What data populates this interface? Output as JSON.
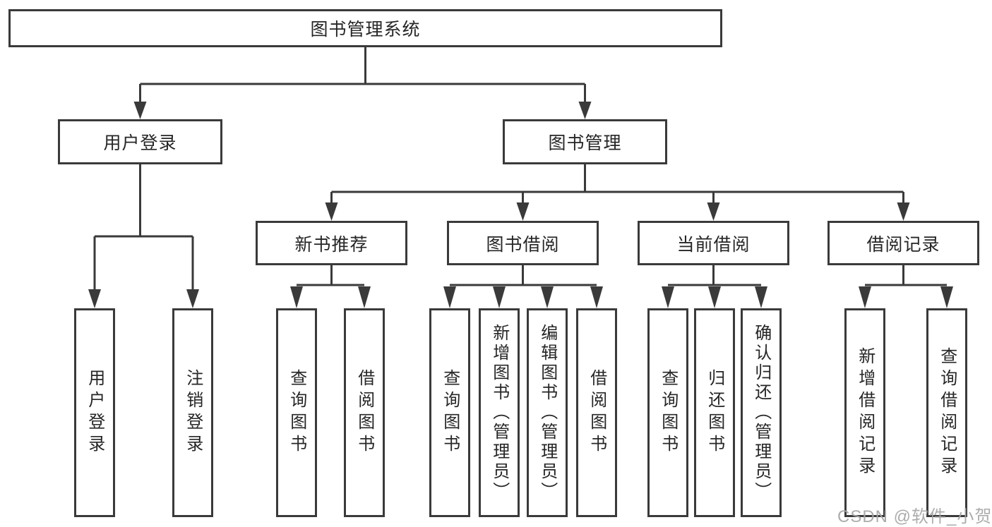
{
  "nodes": {
    "root": {
      "label": "图书管理系统"
    },
    "level2": [
      {
        "label": "用户登录"
      },
      {
        "label": "图书管理"
      }
    ],
    "level3": [
      {
        "label": "新书推荐",
        "parent": "图书管理"
      },
      {
        "label": "图书借阅",
        "parent": "图书管理"
      },
      {
        "label": "当前借阅",
        "parent": "图书管理"
      },
      {
        "label": "借阅记录",
        "parent": "图书管理"
      }
    ],
    "leaves": [
      {
        "label": "用户登录",
        "parent": "用户登录"
      },
      {
        "label": "注销登录",
        "parent": "用户登录"
      },
      {
        "label": "查询图书",
        "parent": "新书推荐"
      },
      {
        "label": "借阅图书",
        "parent": "新书推荐"
      },
      {
        "label": "查询图书",
        "parent": "图书借阅"
      },
      {
        "label": "新增图书（管理员）",
        "parent": "图书借阅"
      },
      {
        "label": "编辑图书（管理员）",
        "parent": "图书借阅"
      },
      {
        "label": "借阅图书",
        "parent": "图书借阅"
      },
      {
        "label": "查询图书",
        "parent": "当前借阅"
      },
      {
        "label": "归还图书",
        "parent": "当前借阅"
      },
      {
        "label": "确认归还（管理员）",
        "parent": "当前借阅"
      },
      {
        "label": "新增借阅记录",
        "parent": "借阅记录"
      },
      {
        "label": "查询借阅记录",
        "parent": "借阅记录"
      }
    ]
  },
  "colors": {
    "line": "#3a3a3a",
    "text": "#262626",
    "box_background": "#ffffff",
    "page_background": "#ffffff",
    "watermark": "#a6a6a6"
  },
  "watermark": {
    "text": "CSDN @软件_小贺同学"
  }
}
